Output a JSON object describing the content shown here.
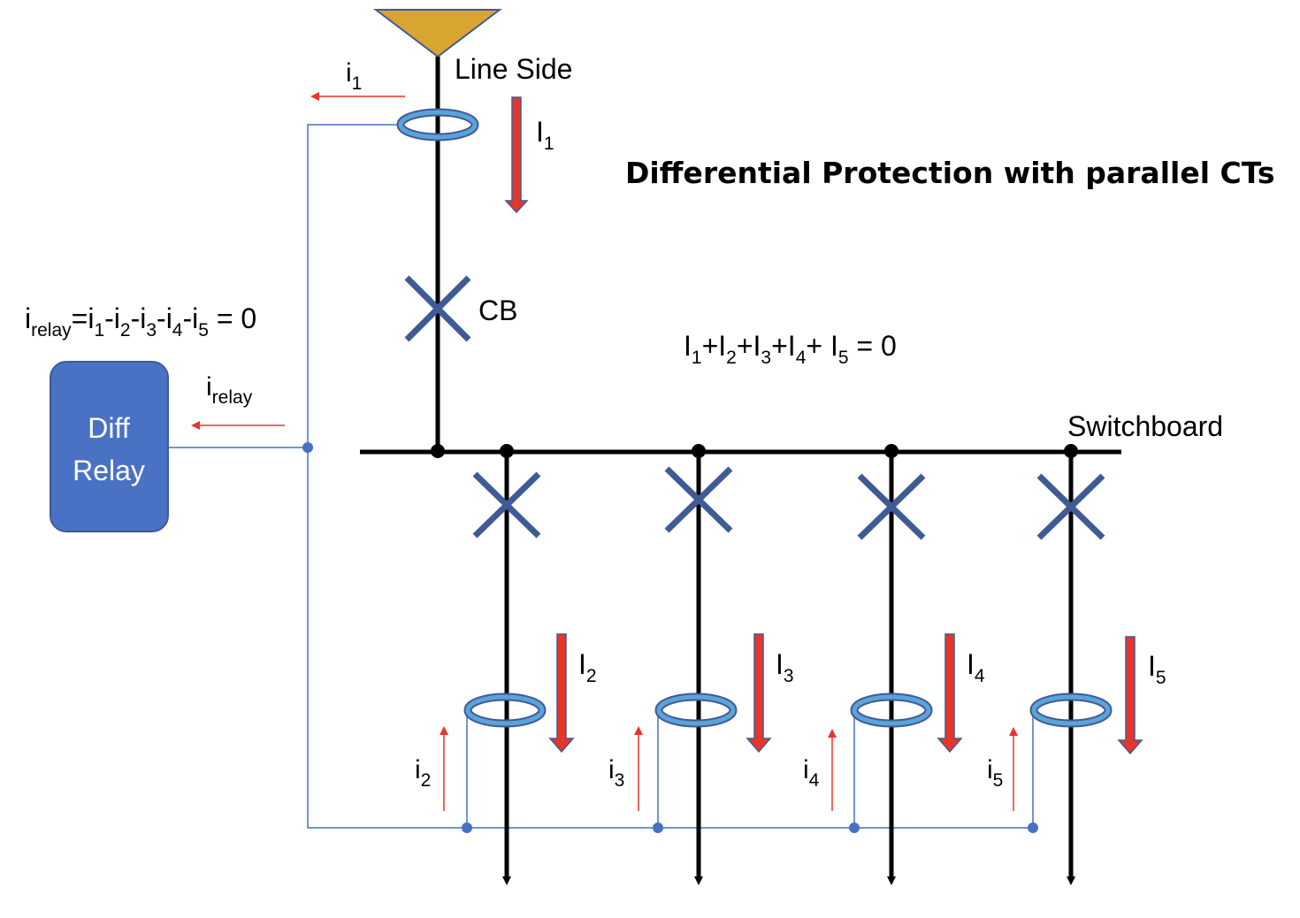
{
  "title": "Differential Protection with parallel CTs",
  "labels": {
    "line_side": "Line Side",
    "cb": "CB",
    "switchboard": "Switchboard",
    "relay_line1": "Diff",
    "relay_line2": "Relay"
  },
  "equations": {
    "relay_current": {
      "base": "i",
      "base_sub": "relay",
      "rhs": [
        {
          "t": "=i",
          "s": "1"
        },
        {
          "t": "-i",
          "s": "2"
        },
        {
          "t": "-i",
          "s": "3"
        },
        {
          "t": "-i",
          "s": "4"
        },
        {
          "t": "-i",
          "s": "5"
        }
      ],
      "tail": " = 0"
    },
    "kcl": {
      "parts": [
        {
          "t": "I",
          "s": "1"
        },
        {
          "t": "+I",
          "s": "2"
        },
        {
          "t": "+I",
          "s": "3"
        },
        {
          "t": "+I",
          "s": "4"
        },
        {
          "t": "+ I",
          "s": "5"
        }
      ],
      "tail": " = 0"
    }
  },
  "currents": {
    "i1": {
      "base": "i",
      "sub": "1"
    },
    "irelay": {
      "base": "i",
      "sub": "relay"
    },
    "I1": {
      "base": "I",
      "sub": "1"
    },
    "branches": [
      {
        "primary": {
          "base": "I",
          "sub": "2"
        },
        "secondary": {
          "base": "i",
          "sub": "2"
        }
      },
      {
        "primary": {
          "base": "I",
          "sub": "3"
        },
        "secondary": {
          "base": "i",
          "sub": "3"
        }
      },
      {
        "primary": {
          "base": "I",
          "sub": "4"
        },
        "secondary": {
          "base": "i",
          "sub": "4"
        }
      },
      {
        "primary": {
          "base": "I",
          "sub": "5"
        },
        "secondary": {
          "base": "i",
          "sub": "5"
        }
      }
    ]
  },
  "colors": {
    "conductor": "#000000",
    "breaker": "#3f5b95",
    "ct_ring": "#5ba3d9",
    "wiring": "#4472c4",
    "arrow_red": "#e8352a",
    "source": "#d9a531",
    "relay_fill": "#4a72c4"
  }
}
